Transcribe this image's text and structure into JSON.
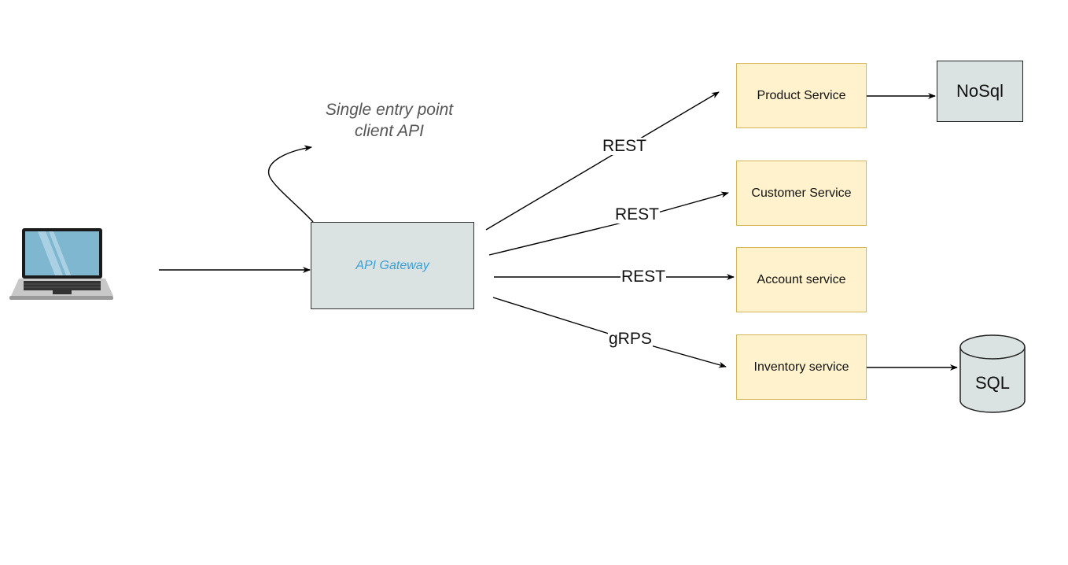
{
  "diagram": {
    "client": {
      "icon": "laptop-icon"
    },
    "gateway": {
      "label": "API Gateway"
    },
    "note": {
      "line1": "Single entry point",
      "line2": "client API"
    },
    "services": [
      {
        "label": "Product Service"
      },
      {
        "label": "Customer Service"
      },
      {
        "label": "Account service"
      },
      {
        "label": "Inventory service"
      }
    ],
    "edges": [
      {
        "label": "REST"
      },
      {
        "label": "REST"
      },
      {
        "label": "REST"
      },
      {
        "label": "gRPS"
      }
    ],
    "stores": {
      "nosql": "NoSql",
      "sql": "SQL"
    },
    "colors": {
      "gateway_fill": "#dbe3e2",
      "gateway_text": "#3a9fd6",
      "service_fill": "#fff2cc",
      "service_border": "#d6b656",
      "store_fill": "#dbe3e2"
    }
  }
}
